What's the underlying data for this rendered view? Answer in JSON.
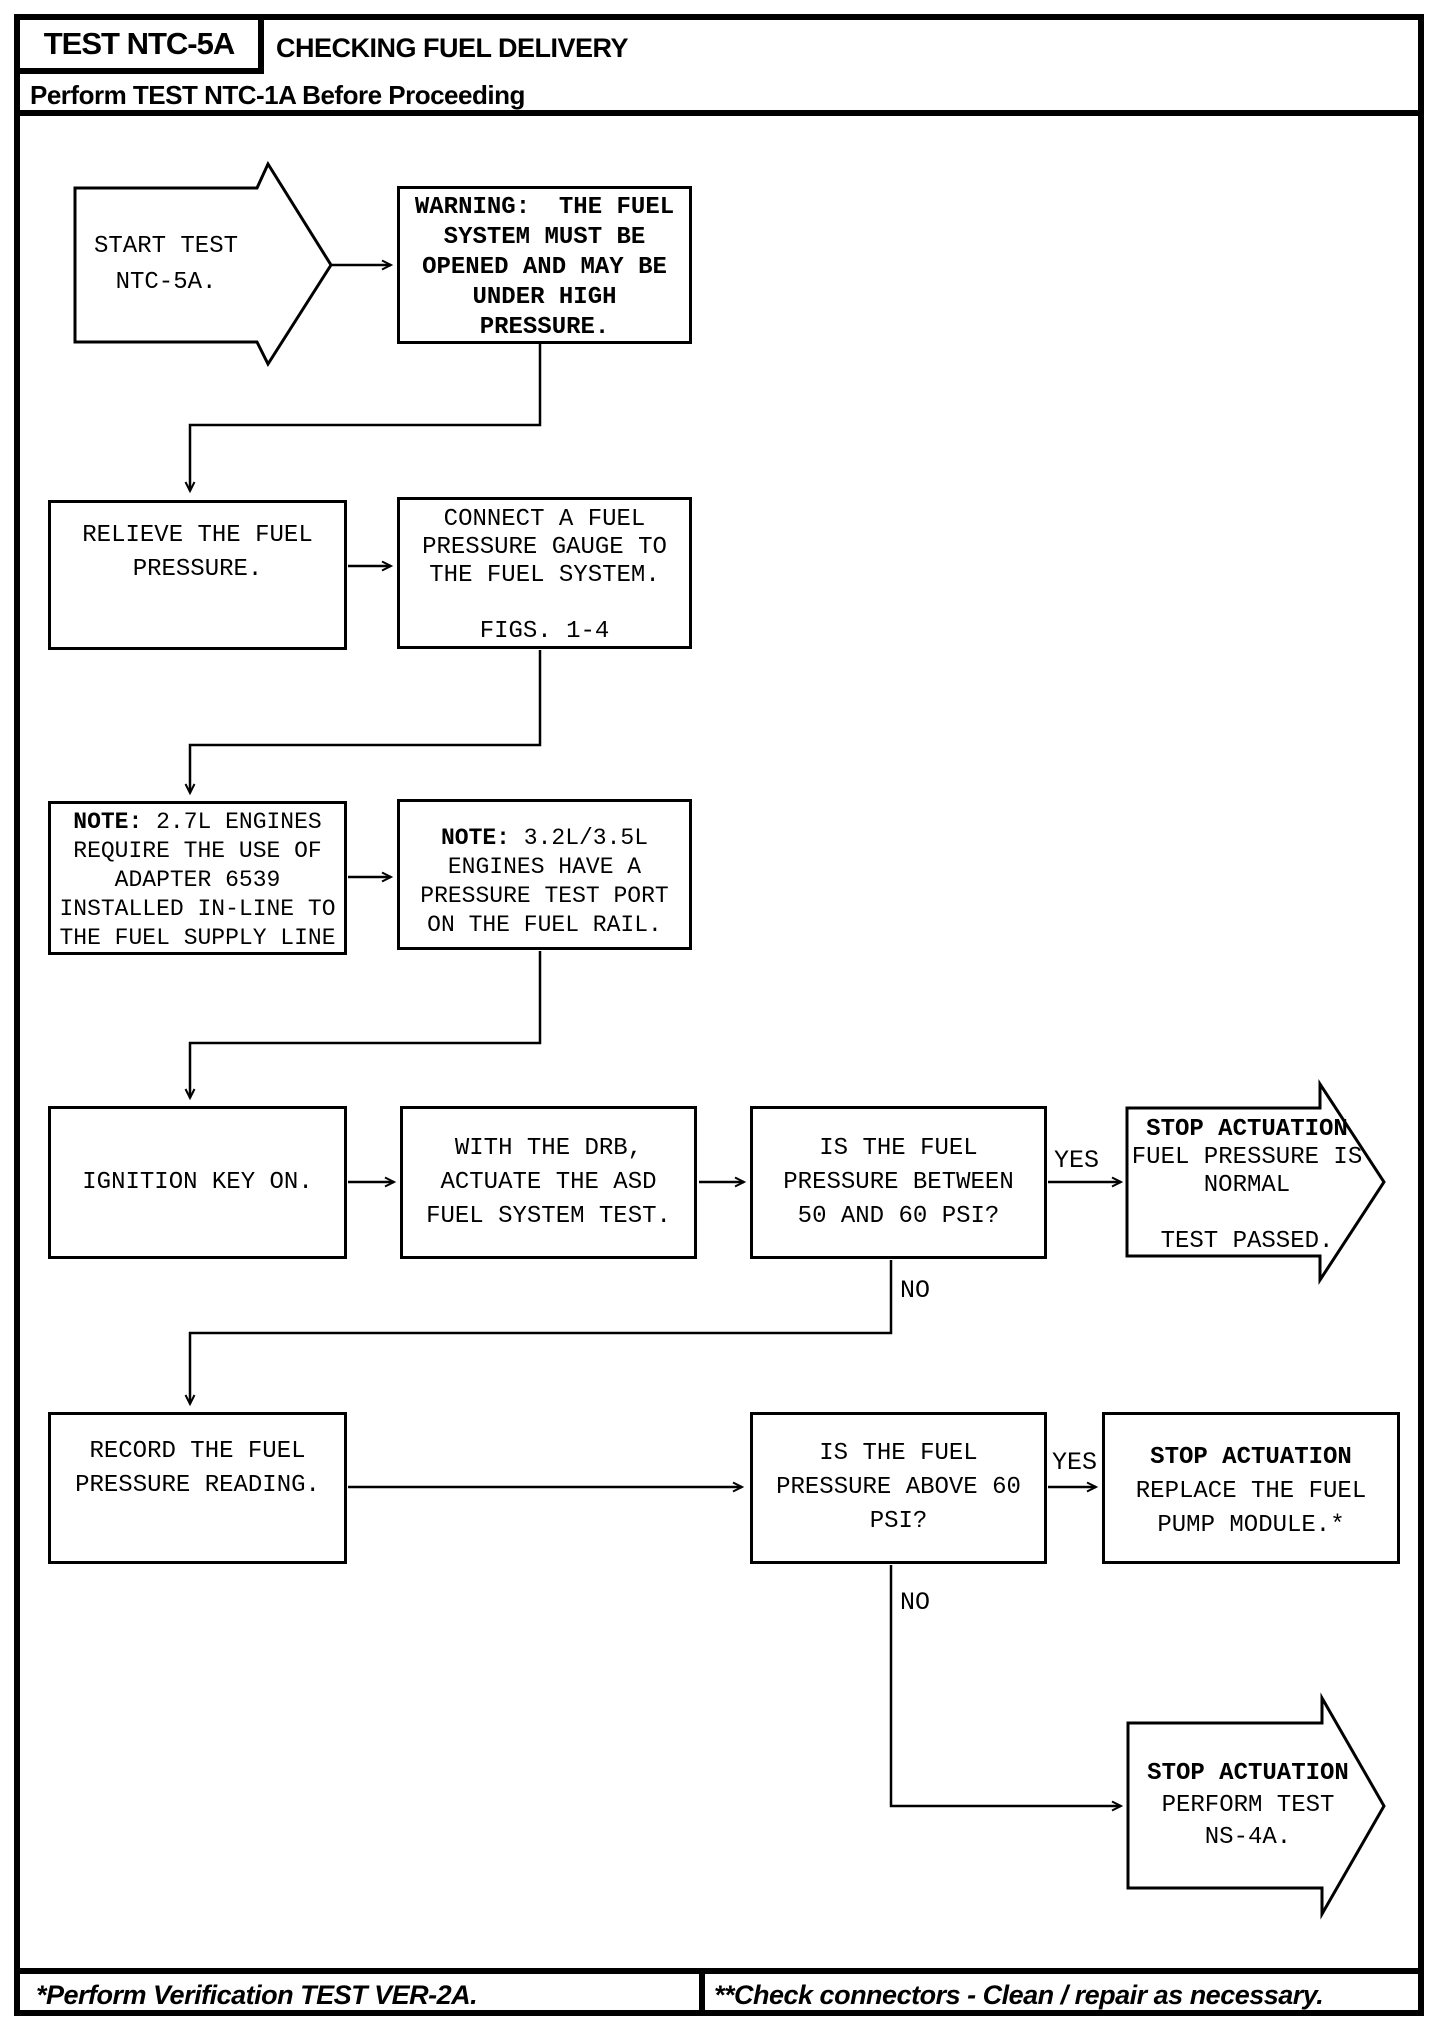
{
  "header": {
    "test_id": "TEST NTC-5A",
    "title": "CHECKING FUEL DELIVERY",
    "subtitle": "Perform TEST NTC-1A Before Proceeding"
  },
  "nodes": {
    "start": {
      "lines": [
        "START TEST",
        "NTC-5A."
      ]
    },
    "warning": {
      "lines": [
        "WARNING:  THE FUEL",
        "SYSTEM MUST BE",
        "OPENED AND MAY BE",
        "UNDER HIGH",
        "PRESSURE."
      ]
    },
    "relieve": {
      "lines": [
        "RELIEVE THE FUEL",
        "PRESSURE."
      ]
    },
    "connect": {
      "lines": [
        "CONNECT A FUEL",
        "PRESSURE GAUGE TO",
        "THE FUEL SYSTEM.",
        "",
        "FIGS. 1-4"
      ]
    },
    "note27": {
      "label": "NOTE:",
      "first": " 2.7L ENGINES",
      "lines": [
        "REQUIRE THE USE OF",
        "ADAPTER 6539",
        "INSTALLED IN-LINE TO",
        "THE FUEL SUPPLY LINE"
      ]
    },
    "note35": {
      "label": "NOTE:",
      "first": " 3.2L/3.5L",
      "lines": [
        "ENGINES HAVE A",
        "PRESSURE TEST PORT",
        "ON THE FUEL RAIL."
      ]
    },
    "ignition": {
      "lines": [
        "IGNITION KEY ON."
      ]
    },
    "drb": {
      "lines": [
        "WITH THE DRB,",
        "ACTUATE THE ASD",
        "FUEL SYSTEM TEST."
      ]
    },
    "q1": {
      "lines": [
        "IS THE FUEL",
        "PRESSURE BETWEEN",
        "50 AND 60 PSI?"
      ]
    },
    "stop1": {
      "title": "STOP ACTUATION",
      "lines": [
        "FUEL PRESSURE IS",
        "NORMAL",
        "",
        "TEST PASSED."
      ]
    },
    "record": {
      "lines": [
        "RECORD THE FUEL",
        "PRESSURE READING."
      ]
    },
    "q2": {
      "lines": [
        "IS THE FUEL",
        "PRESSURE ABOVE 60",
        "PSI?"
      ]
    },
    "stop2": {
      "title": "STOP ACTUATION",
      "lines": [
        "REPLACE THE FUEL",
        "PUMP MODULE.*"
      ]
    },
    "stop3": {
      "title": "STOP ACTUATION",
      "lines": [
        "PERFORM TEST",
        "NS-4A."
      ]
    }
  },
  "labels": {
    "q1_yes": "YES",
    "q1_no": "NO",
    "q2_yes": "YES",
    "q2_no": "NO"
  },
  "footer": {
    "left": "*Perform Verification TEST VER-2A.",
    "right": "**Check connectors - Clean / repair as necessary."
  },
  "colors": {
    "ink": "#000000",
    "paper": "#ffffff"
  }
}
